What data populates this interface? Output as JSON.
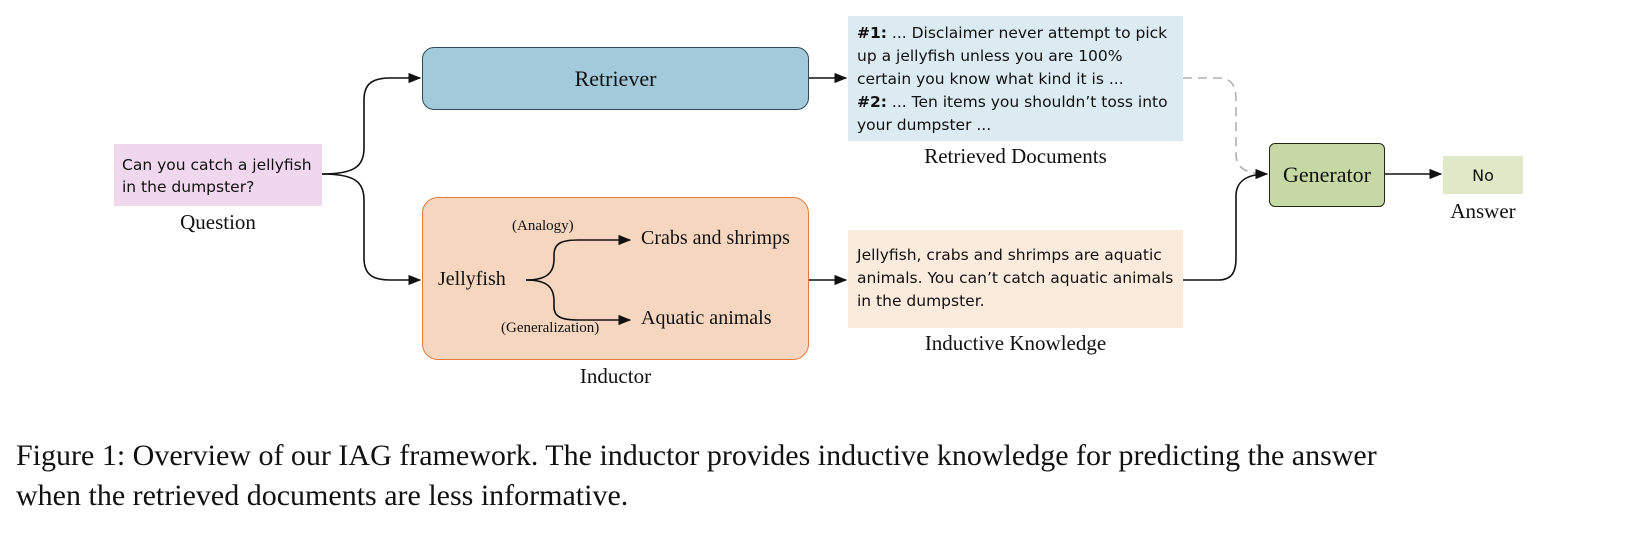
{
  "question": {
    "text_line1": "Can you catch a jellyfish",
    "text_line2": "in the dumpster?",
    "caption": "Question"
  },
  "retriever": {
    "label": "Retriever"
  },
  "inductor": {
    "caption": "Inductor",
    "source": "Jellyfish",
    "analogy_label": "(Analogy)",
    "analogy_target": "Crabs and shrimps",
    "generalization_label": "(Generalization)",
    "generalization_target": "Aquatic animals"
  },
  "retrieved_documents": {
    "caption": "Retrieved Documents",
    "doc1_marker": "#1:",
    "doc1_text": " ... Disclaimer never attempt to pick up a jellyfish unless you are 100% certain you know what kind it is ...",
    "doc2_marker": "#2:",
    "doc2_text": " ... Ten items you shouldn’t toss into your dumpster ..."
  },
  "inductive_knowledge": {
    "caption": "Inductive Knowledge",
    "text": "Jellyfish, crabs and shrimps are aquatic animals. You can’t catch aquatic animals in the dumpster."
  },
  "generator": {
    "label": "Generator"
  },
  "answer": {
    "value": "No",
    "caption": "Answer"
  },
  "figure_caption": {
    "line1": "Figure 1: Overview of our IAG framework. The inductor provides inductive knowledge for predicting the answer",
    "line2": "when the retrieved documents are less informative."
  }
}
